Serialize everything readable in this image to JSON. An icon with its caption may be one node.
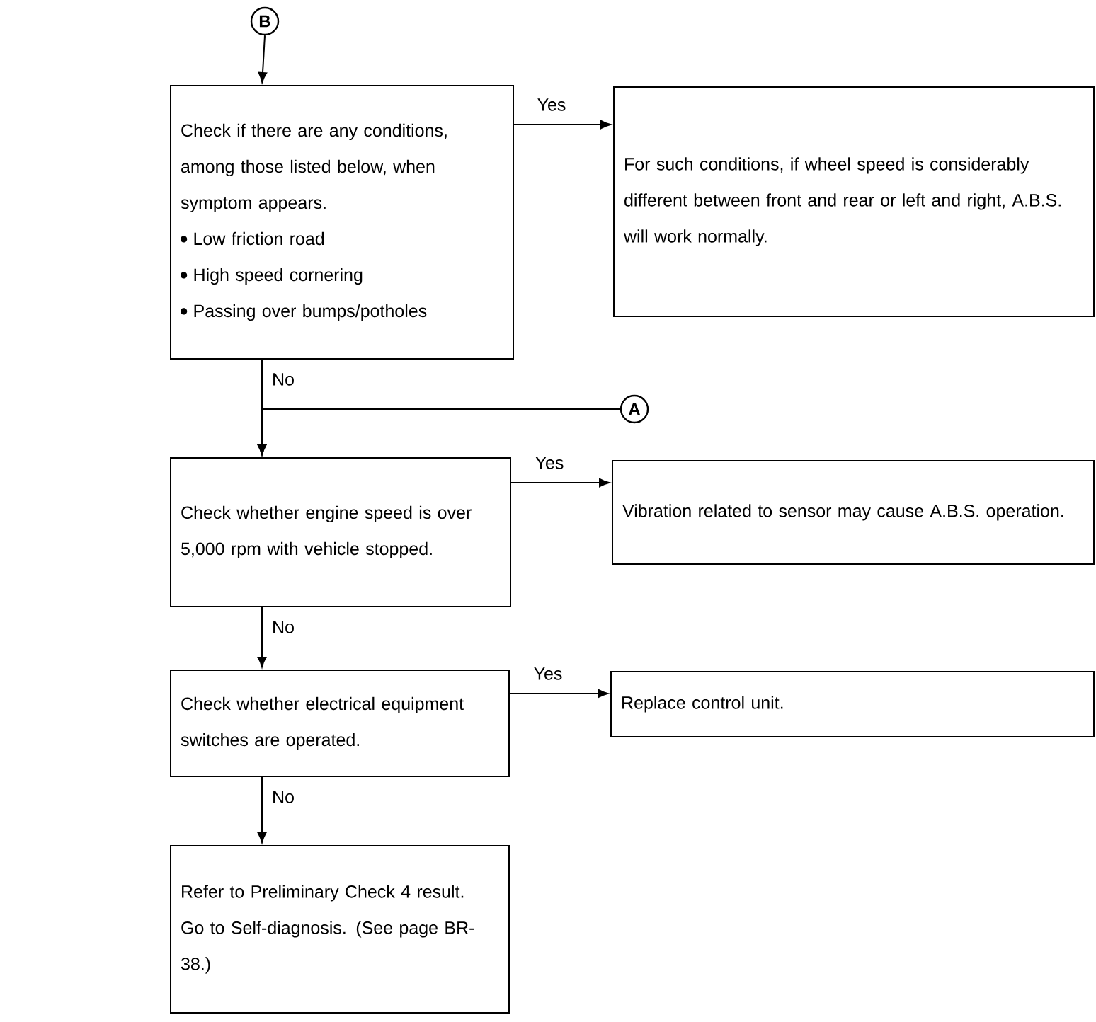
{
  "diagram": {
    "nodes": [
      {
        "text": [
          "B"
        ]
      },
      {
        "text": [
          "Check if there are any conditions, among those listed below, when symptom appears.",
          "Low friction road",
          "High speed cornering",
          "Passing over bumps/potholes"
        ]
      },
      {
        "text": [
          "For such conditions, if wheel speed is considerably different between front and rear or left and right, A.B.S. will work normally."
        ]
      },
      {
        "text": [
          "A"
        ]
      },
      {
        "text": [
          "Check whether engine speed is over 5,000 rpm with vehicle stopped."
        ]
      },
      {
        "text": [
          "Vibration related to sensor may cause A.B.S. operation."
        ]
      },
      {
        "text": [
          "Check whether electrical equipment switches are operated."
        ]
      },
      {
        "text": [
          "Replace control unit."
        ]
      },
      {
        "text": [
          "Refer to Preliminary Check 4 result.",
          "Go to Self-diagnosis. (See page BR-38.)"
        ]
      }
    ],
    "edges": [
      {
        "from": 0,
        "to": 1,
        "arrow": "to"
      },
      {
        "from": 1,
        "to": 2,
        "arrow": "to",
        "label": "Yes"
      },
      {
        "from": 1,
        "to": 4,
        "arrow": "to",
        "label": "No"
      },
      {
        "from": 3,
        "to": 4,
        "arrow": "to"
      },
      {
        "from": 4,
        "to": 5,
        "arrow": "to",
        "label": "Yes"
      },
      {
        "from": 4,
        "to": 6,
        "arrow": "to",
        "label": "No"
      },
      {
        "from": 6,
        "to": 7,
        "arrow": "to",
        "label": "Yes"
      },
      {
        "from": 6,
        "to": 8,
        "arrow": "to",
        "label": "No"
      }
    ]
  }
}
